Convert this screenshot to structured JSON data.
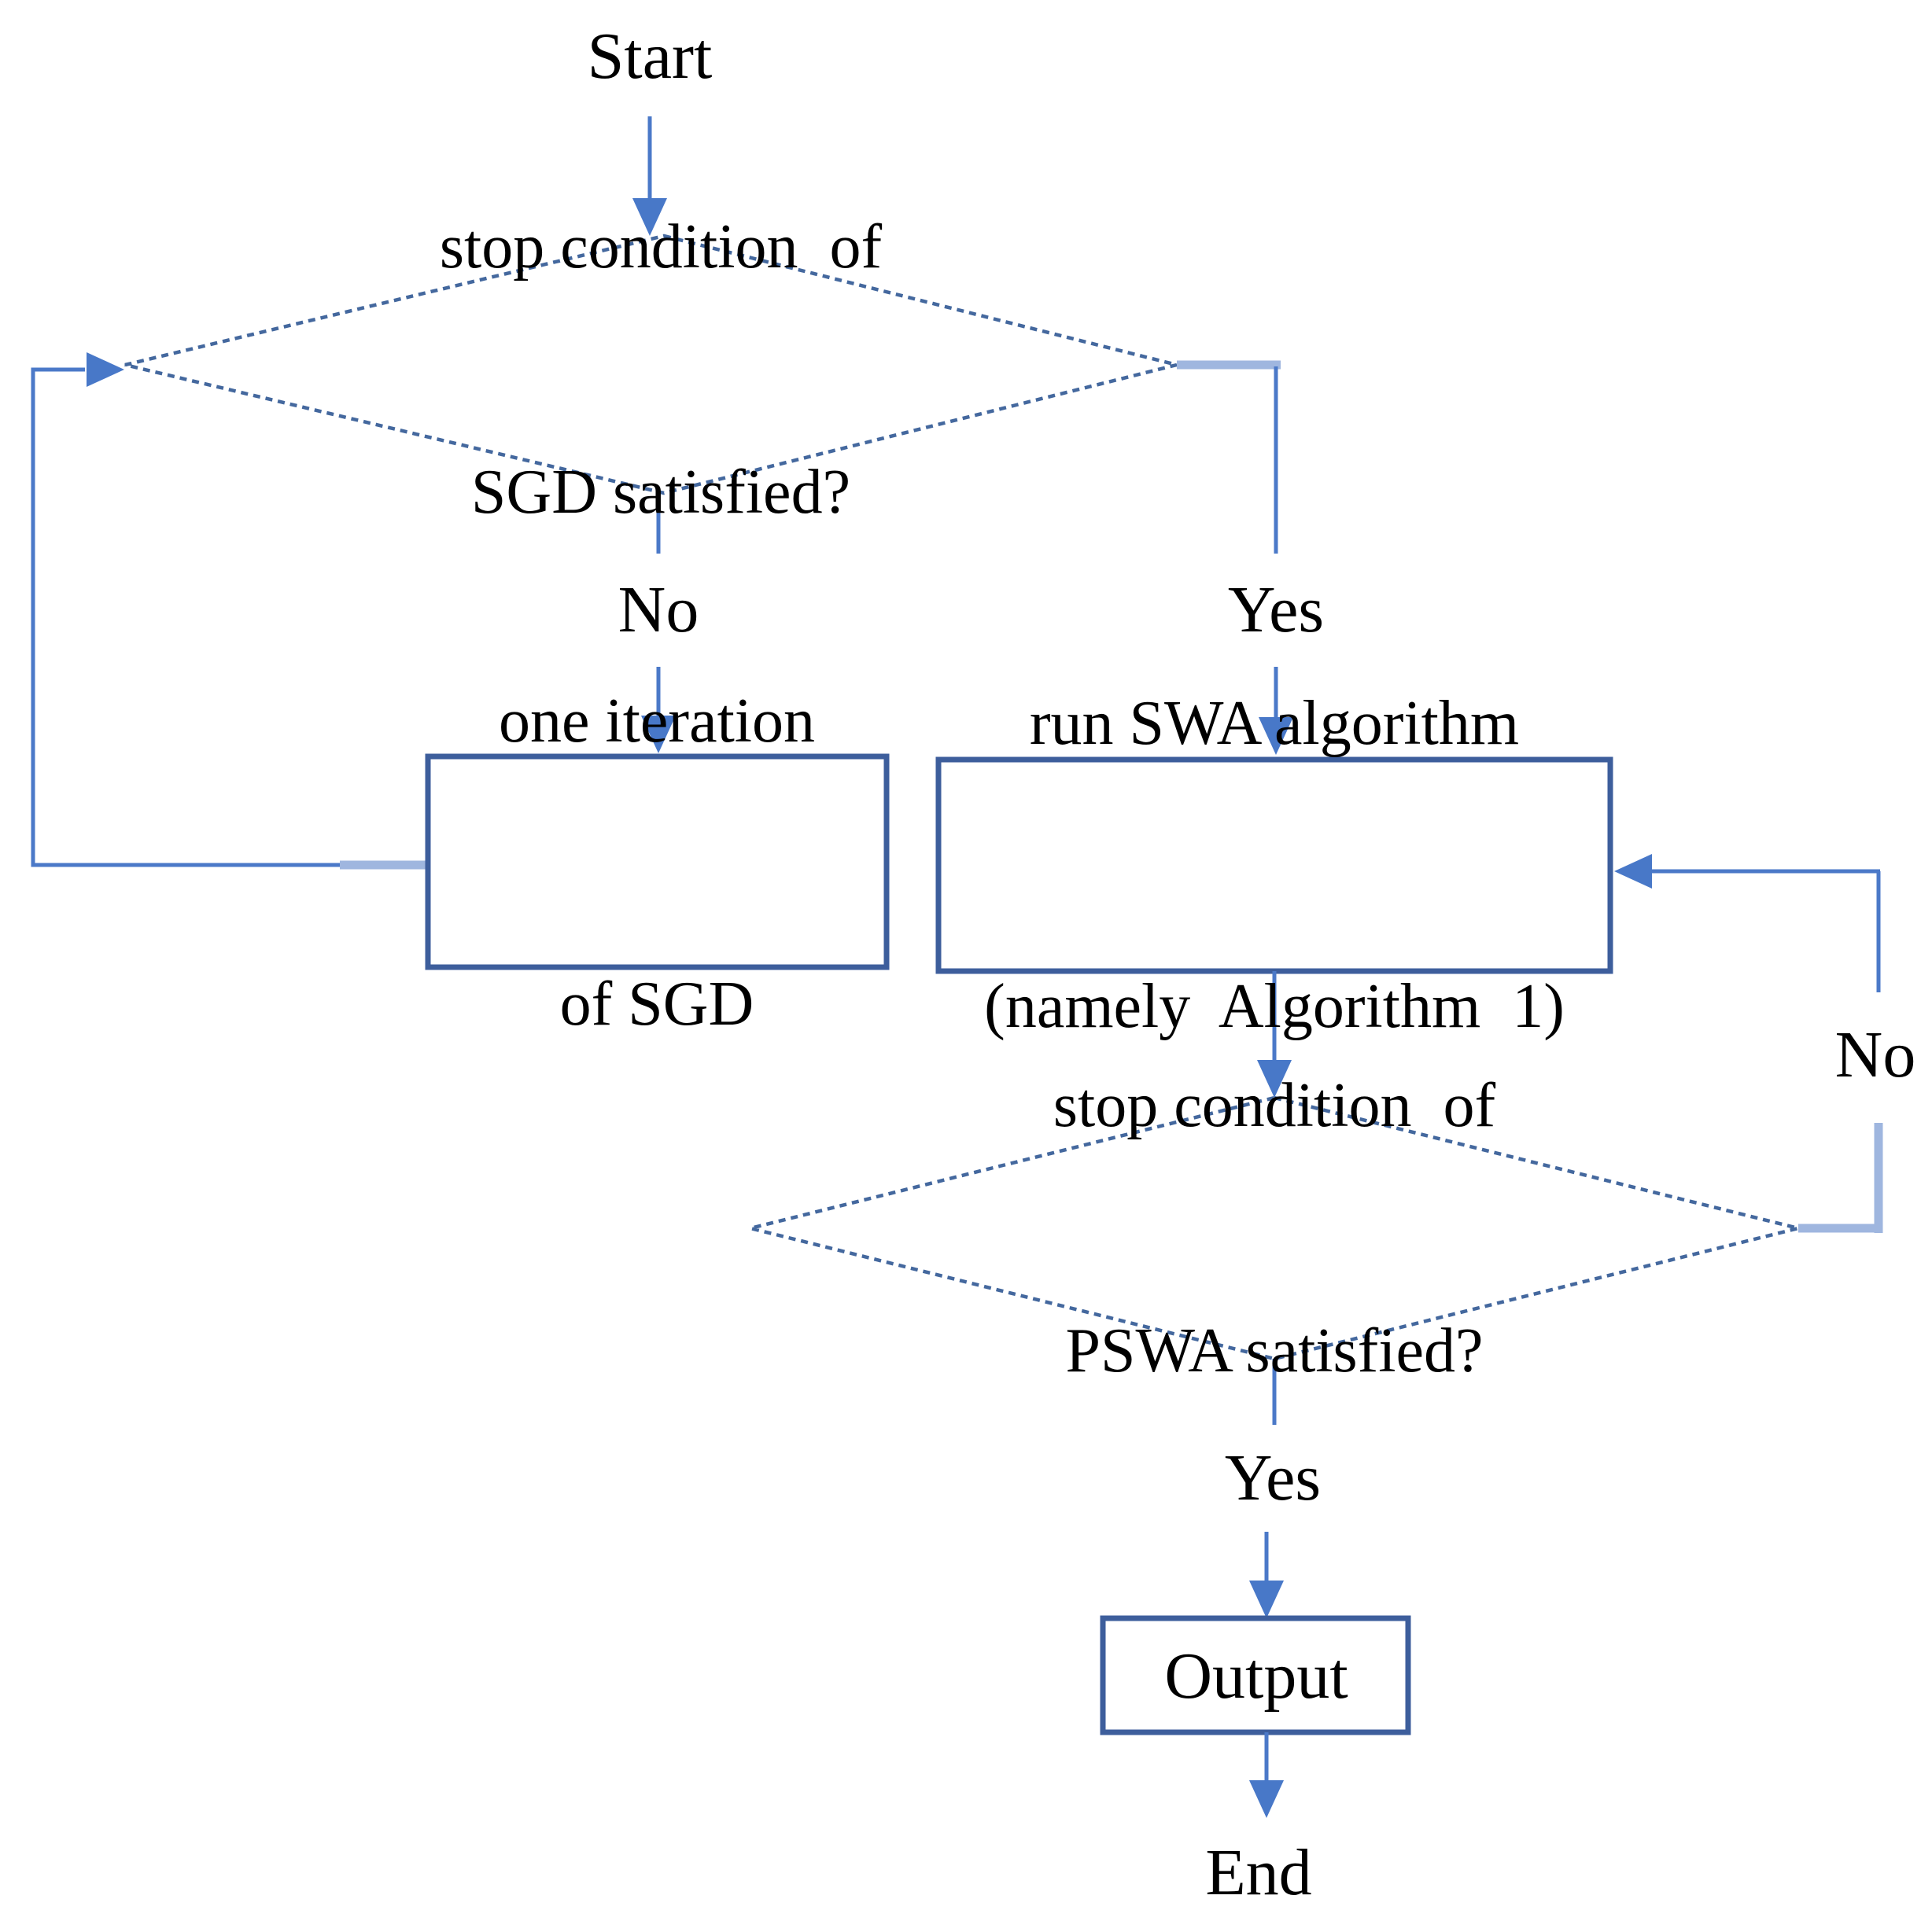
{
  "colors": {
    "connector": "#4b79c8",
    "connector_light": "#9fb6df",
    "arrow": "#4878c8",
    "diamond_border": "#44689e",
    "box_border": "#3d5e9c",
    "text": "#000000",
    "background": "#ffffff"
  },
  "flowchart": {
    "start": {
      "label": "Start"
    },
    "decision_sgd": {
      "line1": "stop condition  of",
      "line2": "SGD satisfied?"
    },
    "branch_sgd": {
      "no": "No",
      "yes": "Yes"
    },
    "process_sgd": {
      "line1": "one iteration",
      "line2": "of SGD"
    },
    "process_swa": {
      "line1": "run SWA algorithm",
      "line2": "(namely  Algorithm  1)"
    },
    "decision_pswa": {
      "line1": "stop condition  of",
      "line2": "PSWA satisfied?"
    },
    "branch_pswa": {
      "no": "No",
      "yes": "Yes"
    },
    "output": {
      "label": "Output"
    },
    "end": {
      "label": "End"
    }
  }
}
